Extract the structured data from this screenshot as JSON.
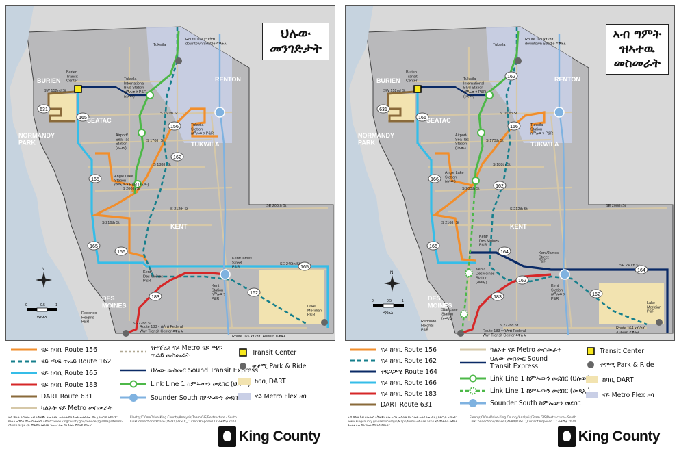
{
  "colors": {
    "water": "#c6d3df",
    "land": "#d9d9d9",
    "service_area": "#b7b7b9",
    "route_156": "#f28e2b",
    "route_162": "#167f8c",
    "route_164": "#0a2a66",
    "route_165": "#35bde8",
    "route_166": "#35bde8",
    "route_183": "#d62728",
    "route_631": "#8a6a3a",
    "metro_other": "#d6c8a8",
    "link_line": "#4db848",
    "sounder": "#7fb2e0",
    "dart_zone": "#f2e3b0",
    "flex_zone": "#c9cfe6",
    "transit_center": "#f7e81e"
  },
  "map_labels": {
    "burien": "BURIEN",
    "seatac": "SEATAC",
    "normandy_park": "NORMANDY\nPARK",
    "tukwila": "TUKWILA",
    "renton": "RENTON",
    "kent": "KENT",
    "des_moines": "DES\nMOINES",
    "burien_tc": "Burien\nTransit\nCenter",
    "tukwila_station": "Tukwila",
    "tukwila_intl": "Tukwila\nInternational\nBlvd Station\nክምኡውን P&R\n(ሀሉው)",
    "airport": "Airport/\nSea-Tac\nStation\n(ሀሉው)",
    "angle_lake": "Angle Lake\nStation\nክምኡውን P&R (ሀሉው)",
    "angle_lake_right": "Angle Lake\nStation\n(ሀሉው)",
    "tukwila_sounder": "Tukwila\nStation\nክምኡውን P&R",
    "kent_des_moines_pr": "Kent/\nDes Moines\nP&R",
    "kent_des_moines_station": "Kent/\nDesMoines\nStation\n(መጻኢ)",
    "star_lake": "Star Lake\nStation\n(መጻኢ)",
    "kent_james": "Kent/James\nStreet\nP&R",
    "kent_station": "Kent\nStation\nክምኡውን\nP&R",
    "redondo": "Redondo\nHeights\nP&R",
    "lake_meridian": "Lake\nMeridian\nP&R",
    "route_162_seattle": "Route 162 ናብ/ካብ\ndowntown Seattle ይቕጽል",
    "route_183_fw": "Route 183 ናብ/ካብ Federal\nWay Transit Center ይቕጽል",
    "route_165_auburn": "Route 165 ናብ/ካብ Auburn ይቕጽል",
    "route_164_auburn": "Route 164 ናብ/ካብ\nAuburn ይቕጽል",
    "s152": "SW 152nd St",
    "s160": "S 160th St",
    "s170": "S 170th St",
    "s188": "S 188th St",
    "s200": "S 200th St",
    "s212": "S 212th St",
    "s216": "S 216th St",
    "se208": "SE 208th St",
    "se240": "SE 240th St",
    "s272": "S 272nd St",
    "scale_unit": "ማይልስ",
    "scale_0": "0",
    "scale_05": "0.5",
    "scale_1": "1",
    "north": "N"
  },
  "shields": {
    "r156": "156",
    "r162": "162",
    "r164": "164",
    "r165": "165",
    "r166": "166",
    "r183": "183",
    "r631": "631"
  },
  "left": {
    "title_lines": [
      "ህሉው",
      "መንገድታት"
    ],
    "legend": {
      "r156": "ናይ ከባቢ Route 156",
      "r162": "ናይ ጫፍ ጥራይ Route 162",
      "r165": "ናይ ከባቢ Route 165",
      "r183": "ናይ ከባቢ Route 183",
      "r631": "DART Route 631",
      "other_metro": "ካልኦት ናይ Metro መስመራት",
      "other_metro_peak": "ዝተጀረደ ናይ Metro ናይ ጫፍ ጥራይ መስመራት",
      "st_express": "ህሉው መስመር Sound Transit Express",
      "link": "Link Line 1 ከምኡውን መደበር (ህሉው)",
      "sounder": "Sounder South ከምኡውን መደበር",
      "transit_center": "Transit Center",
      "park_ride": "ቀዋሚ Park & Ride",
      "dart": "ከባቢ DART",
      "flex": "ናይ Metro Flex ዞባ"
    },
    "footnote_left": "ኣብ ዓድታ ካብ ዘሎ ኣብ ኣሽቻቓኑ ዘሎ ኣብዚ ዝስራሕ ግልጋሎት ዝተፈልጠ ብኤሌክትሮኒክ ኣይኮነን። ክለኣል ዝኽእል ምዝገባ ተወሃቢ ኣይኮነን። www.kingcounty.gov/services/gis/Maps/terms-of-use.aspx ናይ ምሕደራ መግለጺ ንዝተፈልጠ ግልጋሎት ምርኣይ ይከኣል።",
    "footnote_mid": "Fleetqr/ClOneDrive-King County/Analysis/Team GIS/Restructure - South LinkConnections/Phase2/APRX/P2SLC_CurrentProposed   17 ጥቅምቲ 2024"
  },
  "right": {
    "title_lines": [
      "ኣብ ግምት",
      "ዝኣተዉ",
      "መስመራት"
    ],
    "legend": {
      "r156": "ናይ ከባቢ Route 156",
      "r162": "ናይ ከባቢ Route 162",
      "r164": "ተደጋጋሚ Route 164",
      "r166": "ናይ ከባቢ Route 166",
      "r183": "ናይ ከባቢ Route 183",
      "r631": "DART Route 631",
      "other_metro": "ካልኦት ናይ Metro መስመራት",
      "st_express": "ህሉው መስመር Sound Transit Express",
      "link_current": "Link Line 1 ከምኡውን መደበር (ህሉው)",
      "link_future": "Link Line 1 ከምኡውን መደበር (መጻኢ)",
      "sounder": "Sounder South ከምኡውን መደበር",
      "transit_center": "Transit Center",
      "park_ride": "ቀዋሚ Park & Ride",
      "dart": "ከባቢ DART",
      "flex": "ናይ Metro Flex ዞባ"
    },
    "footnote_left": "ኣብ ዓድታ ካብ ዘሎ ኣብ ኣሽቻቓኑ ዘሎ ኣብዚ ዝስራሕ ግልጋሎት ዝተፈልጠ ብኤሌክትሮኒክ ኣይኮነን። www.kingcounty.gov/services/gis/Maps/terms-of-use.aspx ናይ ምሕደራ መግለጺ ንዝተፈልጠ ግልጋሎት ምርኣይ ይከኣል።",
    "footnote_mid": "Fleetqr/ClOneDrive-King County/Analysis/Team GIS/Restructure - South LinkConnections/Phase2/APRX/P2SLC_CurrentProposed   17 ጥቅምቲ 2024"
  },
  "logo": {
    "text": "King County"
  }
}
